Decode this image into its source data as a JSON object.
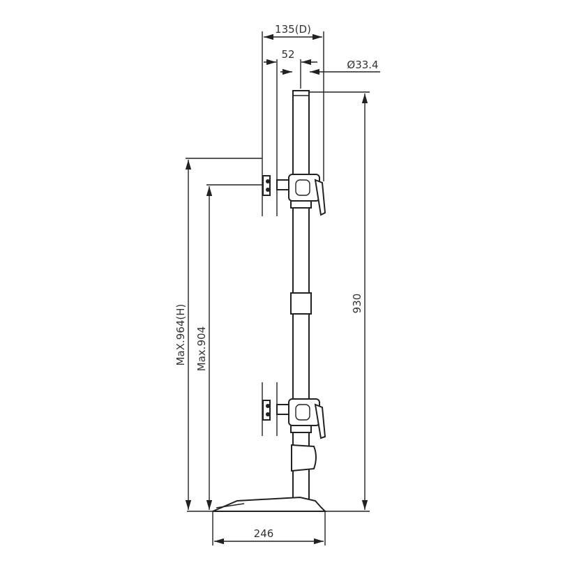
{
  "labels": {
    "depth": "135(D)",
    "offset": "52",
    "pole_diameter": "Ø33.4",
    "pole_height": "930",
    "max_height": "MaX.964(H)",
    "max_mount_height": "Max.904",
    "base_width": "246"
  },
  "colors": {
    "line": "#222222",
    "background": "#ffffff"
  }
}
